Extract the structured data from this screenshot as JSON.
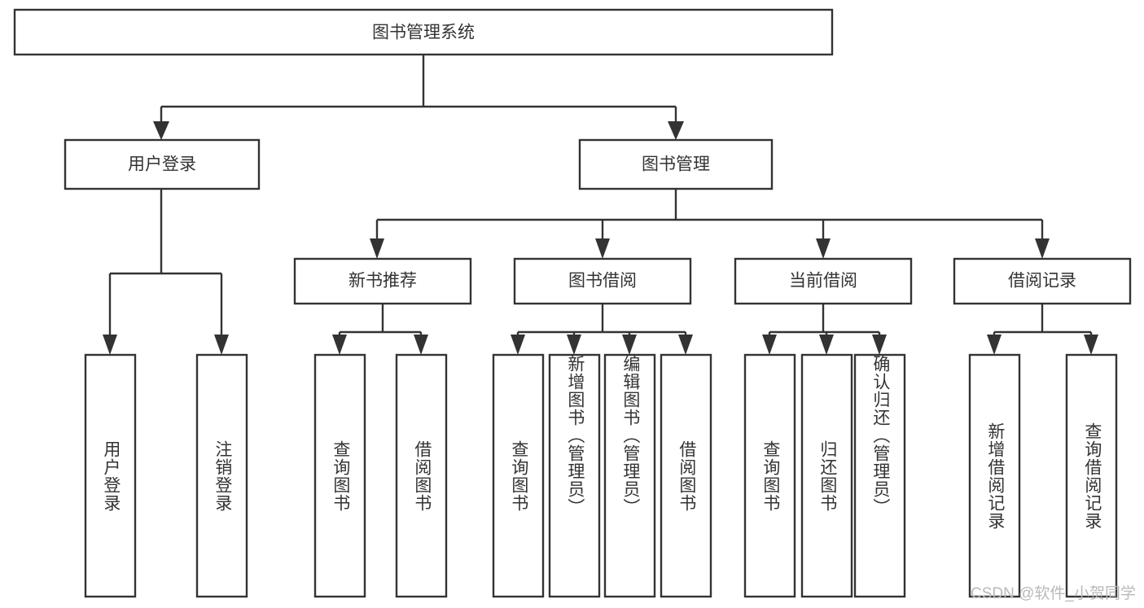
{
  "diagram": {
    "type": "tree",
    "title": "图书管理系统",
    "watermark": "CSDN @软件_小贺同学",
    "colors": {
      "stroke": "#333333",
      "fill": "#ffffff",
      "text": "#333333",
      "watermark": "#b9b9b9"
    },
    "root": {
      "label": "图书管理系统"
    },
    "level2": [
      {
        "label": "用户登录"
      },
      {
        "label": "图书管理"
      }
    ],
    "level3": [
      {
        "label": "新书推荐"
      },
      {
        "label": "图书借阅"
      },
      {
        "label": "当前借阅"
      },
      {
        "label": "借阅记录"
      }
    ],
    "leaves": {
      "user_login": [
        {
          "label": "用户登录"
        },
        {
          "label": "注销登录"
        }
      ],
      "new_book_recommend": [
        {
          "label": "查询图书"
        },
        {
          "label": "借阅图书"
        }
      ],
      "book_borrow": [
        {
          "label": "查询图书"
        },
        {
          "label": "新增图书（管理员）"
        },
        {
          "label": "编辑图书（管理员）"
        },
        {
          "label": "借阅图书"
        }
      ],
      "current_borrow": [
        {
          "label": "查询图书"
        },
        {
          "label": "归还图书"
        },
        {
          "label": "确认归还（管理员）"
        }
      ],
      "borrow_record": [
        {
          "label": "新增借阅记录"
        },
        {
          "label": "查询借阅记录"
        }
      ]
    }
  }
}
